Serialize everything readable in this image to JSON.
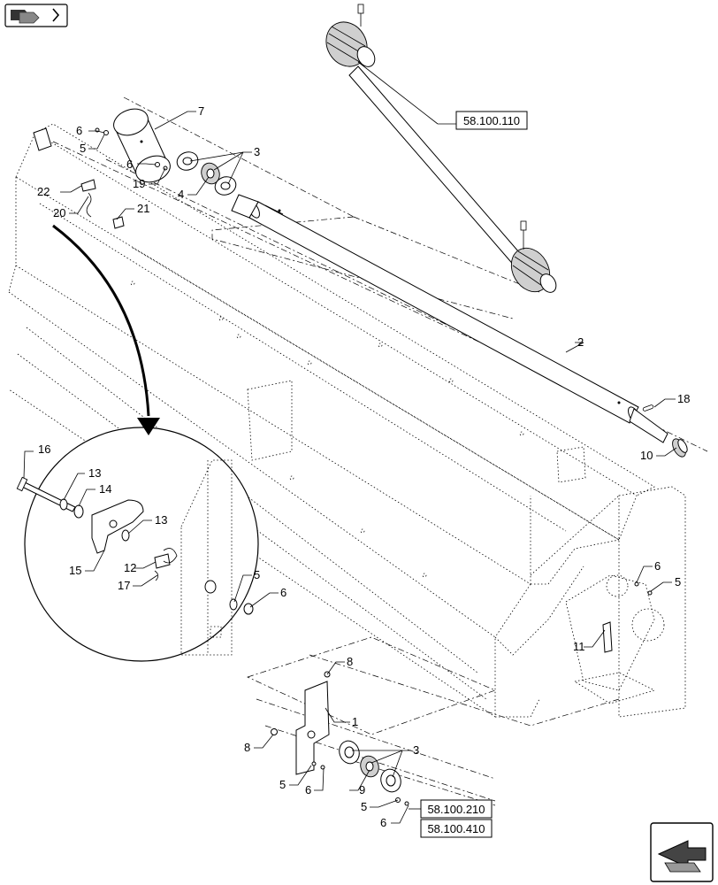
{
  "icons": {
    "top_left": "book-navigation-icon",
    "bottom_right": "next-page-arrow-icon"
  },
  "callouts": [
    "7",
    "6",
    "5",
    "6",
    "3",
    "19",
    "4",
    "22",
    "21",
    "20",
    "2",
    "18",
    "10",
    "16",
    "13",
    "14",
    "13",
    "15",
    "12",
    "17",
    "5",
    "6",
    "6",
    "5",
    "11",
    "8",
    "1",
    "3",
    "8",
    "9",
    "5",
    "6",
    "5",
    "6"
  ],
  "references": [
    "58.100.110",
    "58.100.210",
    "58.100.410"
  ]
}
